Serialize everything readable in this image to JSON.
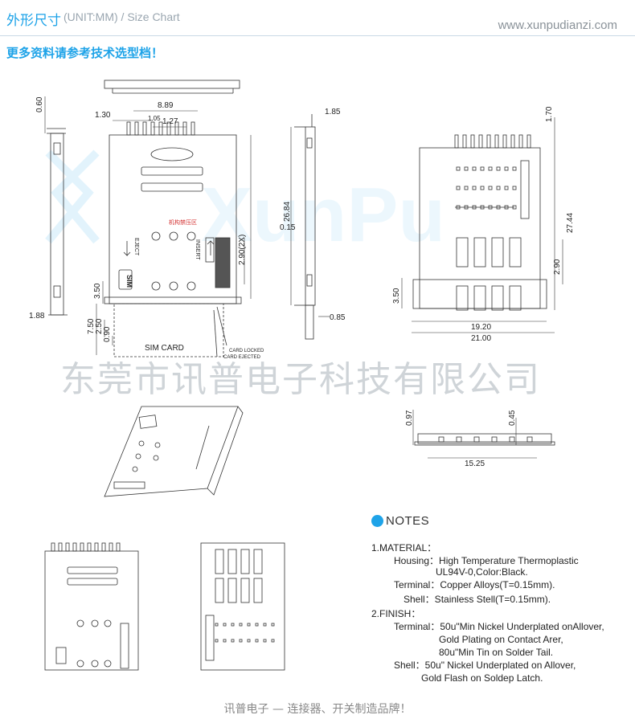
{
  "header": {
    "title_cn": "外形尺寸",
    "title_en": "(UNIT:MM) / Size Chart",
    "site_url": "www.xunpudianzi.com"
  },
  "subtitle": "更多资料请参考技术选型档！",
  "watermark": {
    "company": "东莞市讯普电子科技有限公司",
    "brand": "XunPu"
  },
  "drawing": {
    "dims_top_view": [
      "0.60",
      "8.89",
      "1.30",
      "1.05",
      "1.27",
      "26.84",
      "0.15",
      "2.90(2X)",
      "3.50",
      "7.50",
      "2.50",
      "0.90",
      "1.88"
    ],
    "dims_side_view": [
      "1.85",
      "0.85"
    ],
    "dims_bottom_view": [
      "1.70",
      "27.44",
      "2.90",
      "3.50",
      "19.20",
      "21.00"
    ],
    "dims_profile": [
      "0.97",
      "0.45",
      "15.25"
    ],
    "labels": {
      "forbidden_zone": "机构禁压区",
      "eject": "EJECT",
      "insert": "INSERT",
      "sim": "SIM",
      "sim_card": "SIM CARD",
      "card_locked": "CARD LOCKED",
      "card_ejected": "CARD EJECTED"
    }
  },
  "notes": {
    "title": "NOTES",
    "material_header": "1.MATERIAL：",
    "housing": "Housing：High Temperature Thermoplastic",
    "housing_2": "UL94V-0,Color:Black.",
    "terminal": "Terminal：Copper Alloys(T=0.15mm).",
    "shell": "Shell：Stainless Stell(T=0.15mm).",
    "finish_header": "2.FINISH：",
    "finish_terminal": "Terminal：50u\"Min Nickel Underplated onAllover,",
    "finish_terminal_2": "Gold Plating on Contact Arer,",
    "finish_terminal_3": "80u\"Min Tin on Solder Tail.",
    "finish_shell": "Shell：50u\" Nickel Underplated on Allover,",
    "finish_shell_2": "Gold Flash on Soldep Latch."
  },
  "footer": "讯普电子 — 连接器、开关制造品牌！"
}
